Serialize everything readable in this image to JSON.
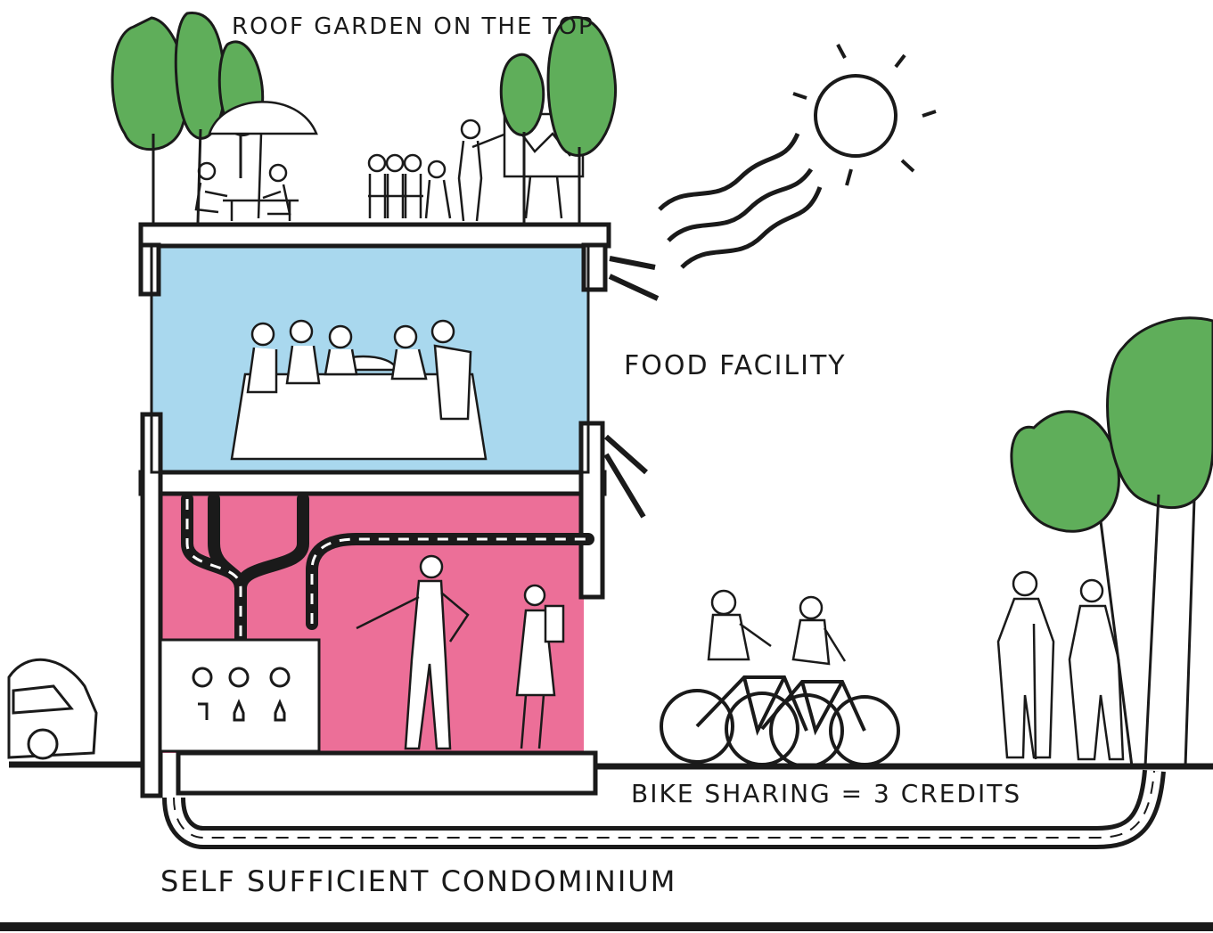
{
  "labels": {
    "roof_garden": "ROOF GARDEN ON THE TOP",
    "food_facility": "FOOD FACILITY",
    "bike_sharing": "BIKE SHARING = 3 CREDITS",
    "condominium": "SELF SUFFICIENT CONDOMINIUM"
  },
  "colors": {
    "ink": "#1a1a1a",
    "food_room": "#a9d8ee",
    "energy_room": "#ec6f98",
    "foliage": "#5fae5a",
    "wall": "#ffffff"
  },
  "icons": [
    "tree-icon",
    "sun-icon",
    "bicycle-icon",
    "car-icon",
    "umbrella-icon",
    "control-panel-icon"
  ]
}
